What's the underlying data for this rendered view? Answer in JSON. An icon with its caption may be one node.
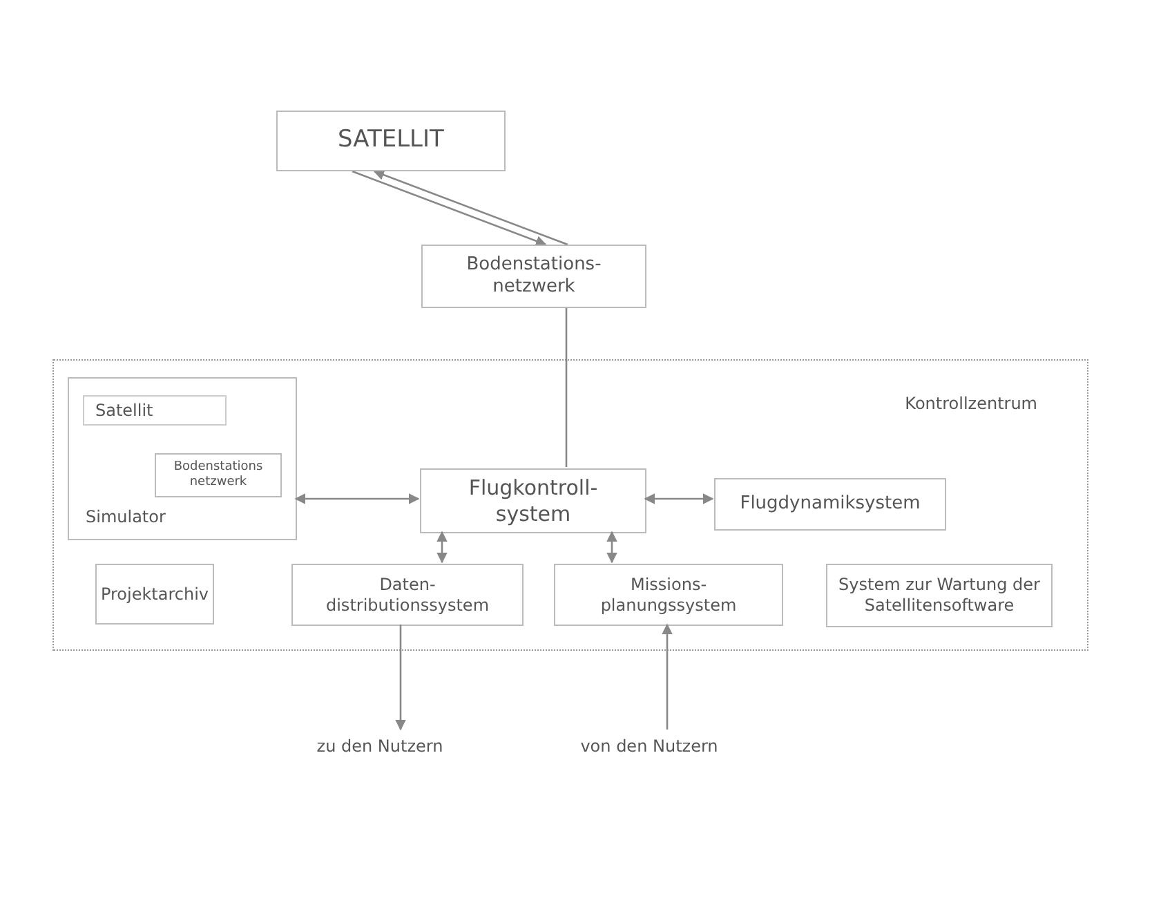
{
  "diagram": {
    "nodes": [
      {
        "text": [
          "SATELLIT"
        ]
      },
      {
        "text": [
          "Bodenstations- netzwerk"
        ]
      },
      {
        "text": [
          "Kontrollzentrum"
        ]
      },
      {
        "text": [
          "Simulator"
        ],
        "in": 2
      },
      {
        "text": [
          "Satellit"
        ],
        "in": 3
      },
      {
        "text": [
          "Bodenstations netzwerk"
        ],
        "in": 3
      },
      {
        "text": [
          "Flugkontroll- system"
        ],
        "in": 2
      },
      {
        "text": [
          "Flugdynamiksystem"
        ],
        "in": 2
      },
      {
        "text": [
          "Projektarchiv"
        ],
        "in": 2
      },
      {
        "text": [
          "Daten- distributionssystem"
        ],
        "in": 2
      },
      {
        "text": [
          "Missions- planungssystem"
        ],
        "in": 2
      },
      {
        "text": [
          "System zur Wartung der Satellitensoftware"
        ],
        "in": 2
      },
      {
        "text": [
          "zu den Nutzern"
        ]
      },
      {
        "text": [
          "von den Nutzern"
        ]
      }
    ],
    "edges": [
      {
        "from": 0,
        "to": 1,
        "arrow": "to"
      },
      {
        "from": 1,
        "to": 0,
        "arrow": "to"
      },
      {
        "from": 1,
        "to": 6,
        "arrow": "none"
      },
      {
        "from": 3,
        "to": 6,
        "arrow": "both"
      },
      {
        "from": 6,
        "to": 7,
        "arrow": "both"
      },
      {
        "from": 6,
        "to": 9,
        "arrow": "both"
      },
      {
        "from": 6,
        "to": 10,
        "arrow": "both"
      },
      {
        "from": 9,
        "to": 12,
        "arrow": "to"
      },
      {
        "from": 13,
        "to": 10,
        "arrow": "to"
      }
    ]
  }
}
